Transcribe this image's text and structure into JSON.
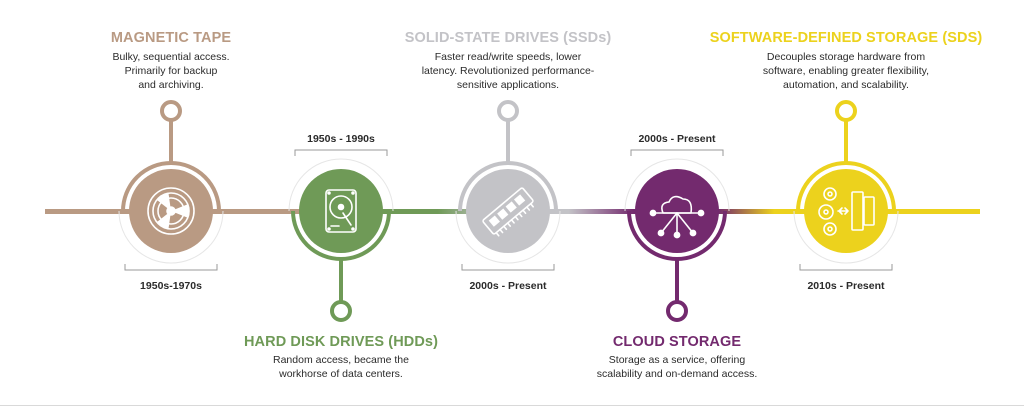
{
  "colors": {
    "magnetic_tape": "#b99a83",
    "hdd": "#6f9a57",
    "ssd": "#c3c3c7",
    "cloud": "#732a6e",
    "sds": "#ecd21d",
    "text": "#2b2b2b"
  },
  "stages": [
    {
      "title": "MAGNETIC TAPE",
      "description": [
        "Bulky, sequential access.",
        "Primarily for backup",
        "and archiving."
      ],
      "period": "1950s-1970s",
      "color_key": "magnetic_tape",
      "icon": "tape-reel-icon"
    },
    {
      "title": "HARD DISK DRIVES (HDDs)",
      "description": [
        "Random access, became the",
        "workhorse of data centers."
      ],
      "period": "1950s - 1990s",
      "color_key": "hdd",
      "icon": "hard-disk-icon"
    },
    {
      "title": "SOLID-STATE DRIVES (SSDs)",
      "description": [
        "Faster read/write speeds, lower",
        "latency. Revolutionized performance-",
        "sensitive applications."
      ],
      "period": "2000s - Present",
      "color_key": "ssd",
      "icon": "memory-module-icon"
    },
    {
      "title": "CLOUD STORAGE",
      "description": [
        "Storage as a service, offering",
        "scalability and on-demand access."
      ],
      "period": "2000s - Present",
      "color_key": "cloud",
      "icon": "cloud-network-icon"
    },
    {
      "title": "SOFTWARE-DEFINED STORAGE (SDS)",
      "description": [
        "Decouples storage hardware from",
        "software, enabling greater flexibility,",
        "automation, and scalability."
      ],
      "period": "2010s - Present",
      "color_key": "sds",
      "icon": "gears-servers-icon"
    }
  ]
}
